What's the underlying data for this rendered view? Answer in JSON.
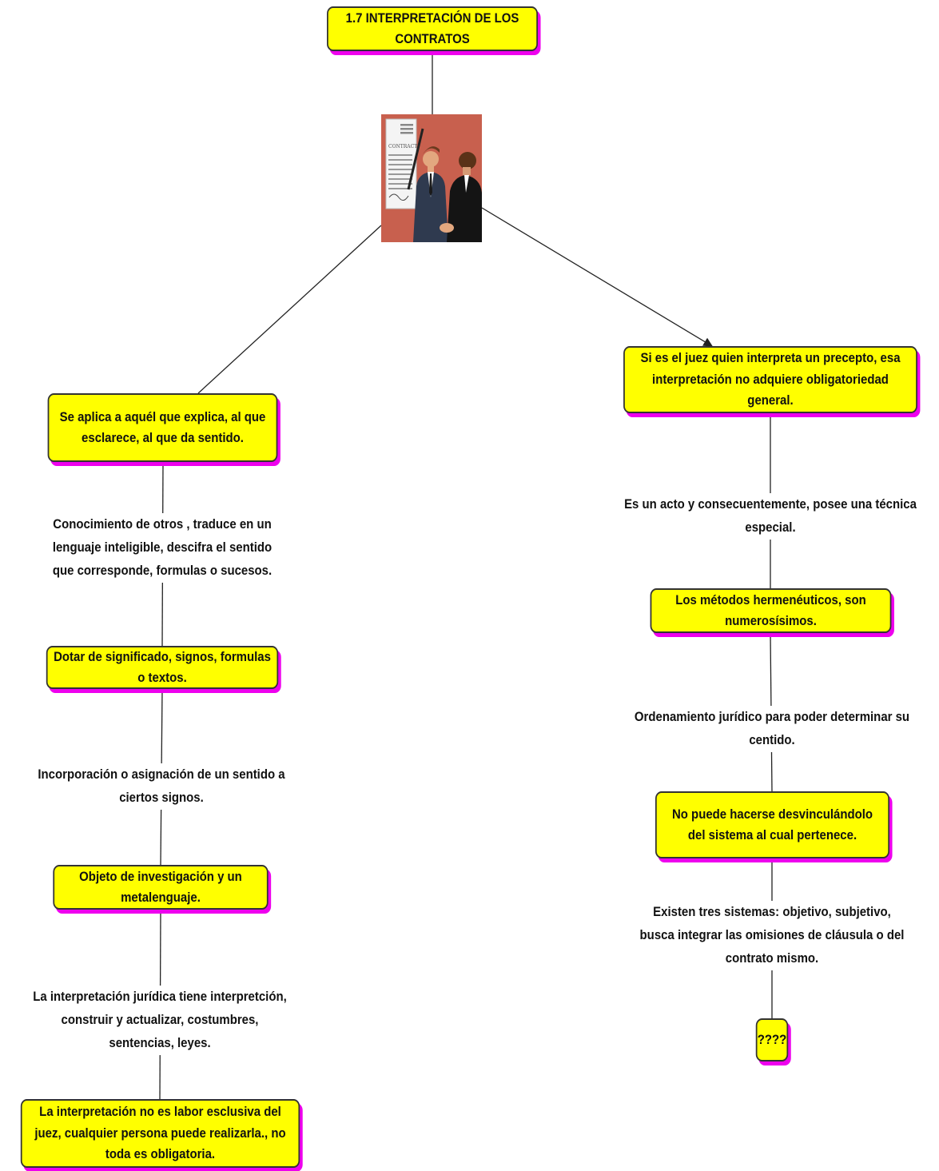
{
  "colors": {
    "node_fill": "#ffff00",
    "node_shadow": "#ee00ee",
    "border": "#333333",
    "line": "#222222",
    "picture_background": "#c8604e"
  },
  "root": {
    "title": "1.7 INTERPRETACIÓN DE LOS CONTRATOS"
  },
  "picture": {
    "icon": "contract-handshake-icon",
    "document_text": "CONTRACT"
  },
  "left_branch": {
    "node1": "Se aplica a aquél que explica, al que esclarece, al que da sentido.",
    "label1": "Conocimiento de otros , traduce en un lenguaje inteligible, descifra el sentido que corresponde, formulas o sucesos.",
    "node2": "Dotar de significado, signos, formulas o textos.",
    "label2": "Incorporación o asignación de un sentido a ciertos  signos.",
    "node3": "Objeto de investigación y un metalenguaje.",
    "label3": "La interpretación jurídica tiene interpretción, construir y actualizar, costumbres, sentencias, leyes.",
    "node4": "La interpretación no es labor esclusiva del juez, cualquier persona puede realizarla., no toda es obligatoria."
  },
  "right_branch": {
    "node1": "Si es el juez quien interpreta un precepto, esa interpretación no adquiere obligatoriedad general.",
    "label1": "Es un acto y consecuentemente, posee una técnica especial.",
    "node2": "Los métodos hermenéuticos, son numerosísimos.",
    "label2": "Ordenamiento jurídico para poder determinar su centido.",
    "node3": "No puede hacerse desvinculándolo del sistema al cual pertenece.",
    "label3": "Existen tres sistemas: objetivo, subjetivo, busca integrar las omisiones  de cláusula o del contrato mismo.",
    "node4": "????"
  }
}
